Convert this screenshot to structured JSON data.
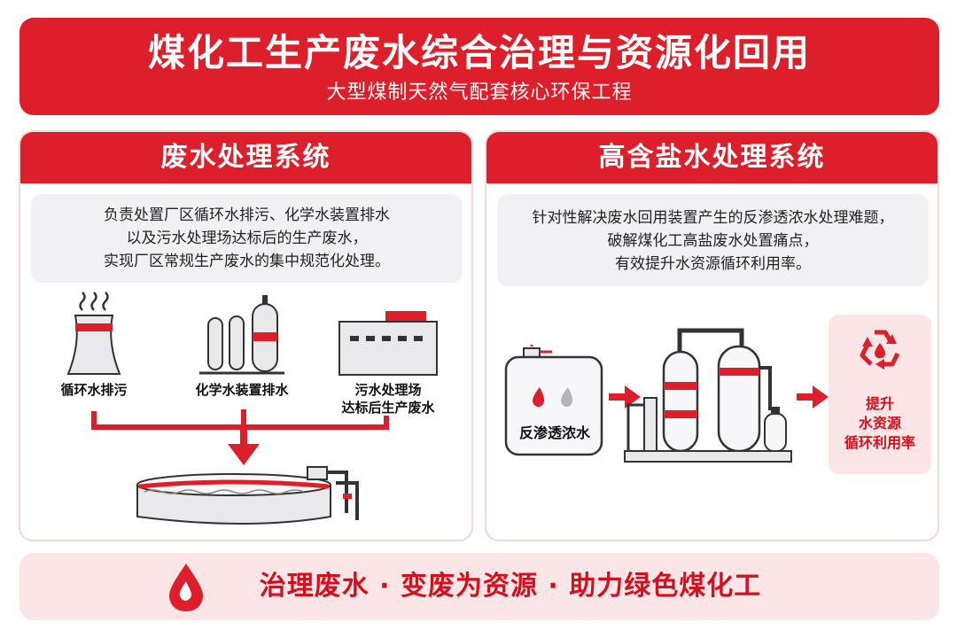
{
  "header": {
    "title": "煤化工生产废水综合治理与资源化回用",
    "subtitle": "大型煤制天然气配套核心环保工程"
  },
  "left_panel": {
    "title": "废水处理系统",
    "description": [
      "负责处置厂区循环水排污、化学水装置排水",
      "以及污水处理场达标后的生产废水，",
      "实现厂区常规生产废水的集中规范化处理。"
    ],
    "sources": {
      "cooling_tower": "循环水排污",
      "chemical_water": "化学水装置排水",
      "sewage_line1": "污水处理场",
      "sewage_line2": "达标后生产废水"
    }
  },
  "right_panel": {
    "title": "高含盐水处理系统",
    "description": [
      "针对性解决废水回用装置产生的反渗透浓水处理难题，",
      "破解煤化工高盐废水处置痛点，",
      "有效提升水资源循环利用率。"
    ],
    "tank_label": "反渗透浓水",
    "result": {
      "line1": "提升",
      "line2": "水资源",
      "line3": "循环利用率"
    }
  },
  "footer": {
    "slogan": "治理废水 · 变废为资源 · 助力绿色煤化工"
  },
  "colors": {
    "brand_red": "#dc1f2b",
    "light_pink": "#fbe5e6",
    "panel_border": "#f6d7d9",
    "gray_box": "#f1f1f3"
  }
}
